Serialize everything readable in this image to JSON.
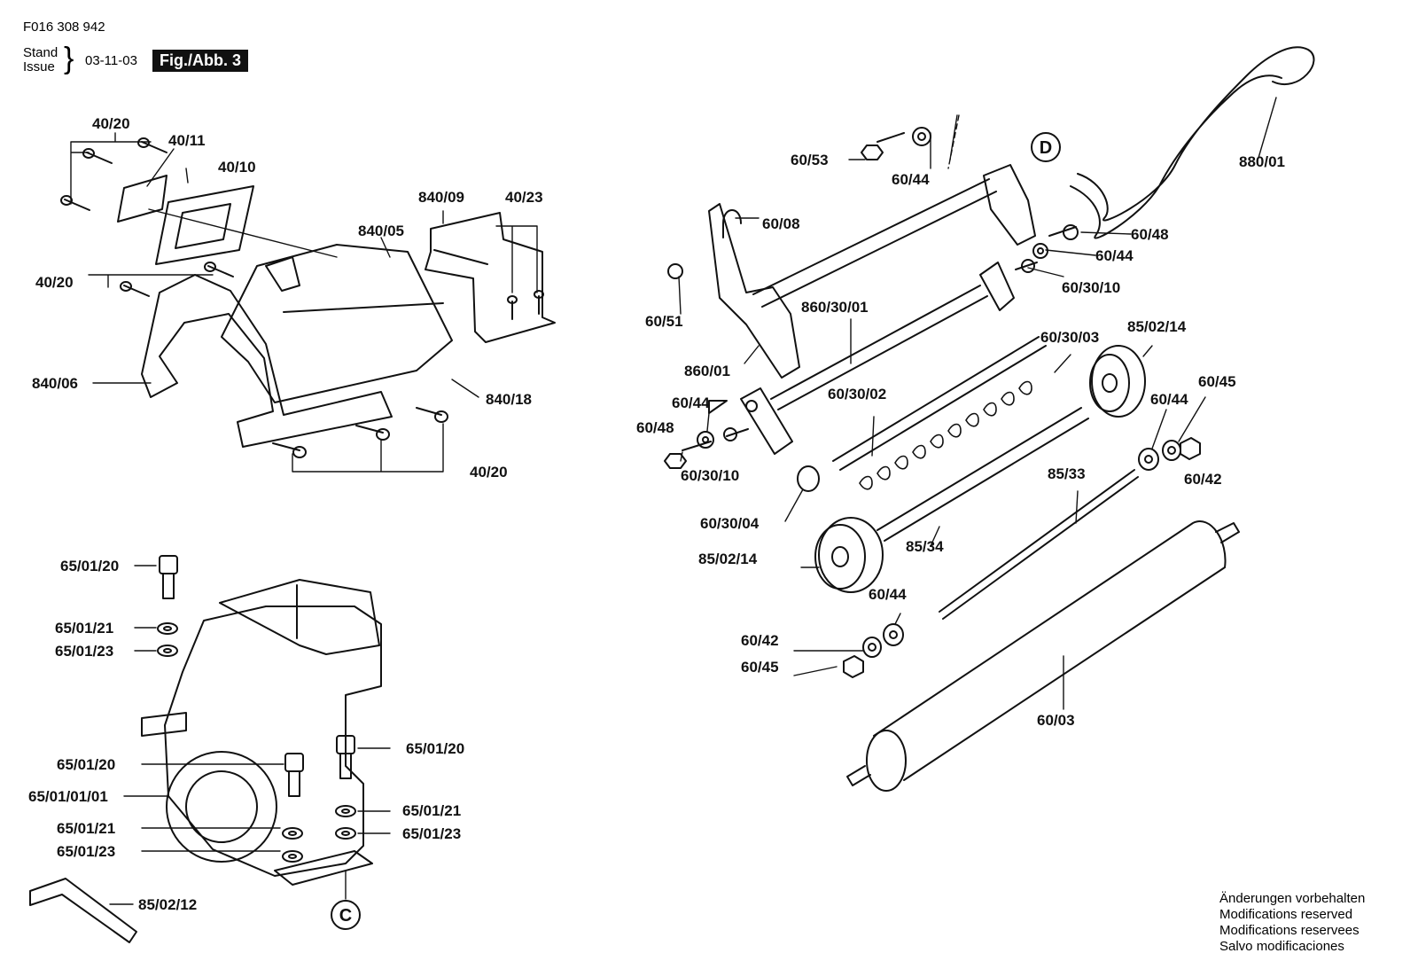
{
  "header": {
    "doc_id": "F016 308 942",
    "stand": "Stand",
    "issue": "Issue",
    "date": "03-11-03",
    "fig": "Fig./Abb. 3"
  },
  "notes": [
    "Änderungen vorbehalten",
    "Modifications reserved",
    "Modifications reservees",
    "Salvo modificaciones"
  ],
  "refs": {
    "d": "D",
    "c": "C"
  },
  "labels": {
    "l40_20_a": "40/20",
    "l40_11": "40/11",
    "l40_10": "40/10",
    "l40_20_b": "40/20",
    "l840_09": "840/09",
    "l40_23": "40/23",
    "l840_05": "840/05",
    "l840_06": "840/06",
    "l840_18": "840/18",
    "l40_20_c": "40/20",
    "l65_01_20_a": "65/01/20",
    "l65_01_21_a": "65/01/21",
    "l65_01_23_a": "65/01/23",
    "l65_01_20_b": "65/01/20",
    "l65_01_20_c": "65/01/20",
    "l65_01_01_01": "65/01/01/01",
    "l65_01_21_b": "65/01/21",
    "l65_01_21_c": "65/01/21",
    "l65_01_23_b": "65/01/23",
    "l65_01_23_c": "65/01/23",
    "l85_02_12": "85/02/12",
    "l60_53": "60/53",
    "l60_44_a": "60/44",
    "l60_08": "60/08",
    "l880_01": "880/01",
    "l60_48_a": "60/48",
    "l60_44_b": "60/44",
    "l60_30_10_a": "60/30/10",
    "l60_51": "60/51",
    "l860_30_01": "860/30/01",
    "l860_01": "860/01",
    "l60_30_03": "60/30/03",
    "l85_02_14_a": "85/02/14",
    "l60_44_c": "60/44",
    "l60_30_02": "60/30/02",
    "l60_48_b": "60/48",
    "l60_30_10_b": "60/30/10",
    "l60_44_d": "60/44",
    "l60_45_a": "60/45",
    "l60_42_a": "60/42",
    "l85_33": "85/33",
    "l60_30_04": "60/30/04",
    "l85_34": "85/34",
    "l85_02_14_b": "85/02/14",
    "l60_44_e": "60/44",
    "l60_42_b": "60/42",
    "l60_45_b": "60/45",
    "l60_03": "60/03"
  }
}
